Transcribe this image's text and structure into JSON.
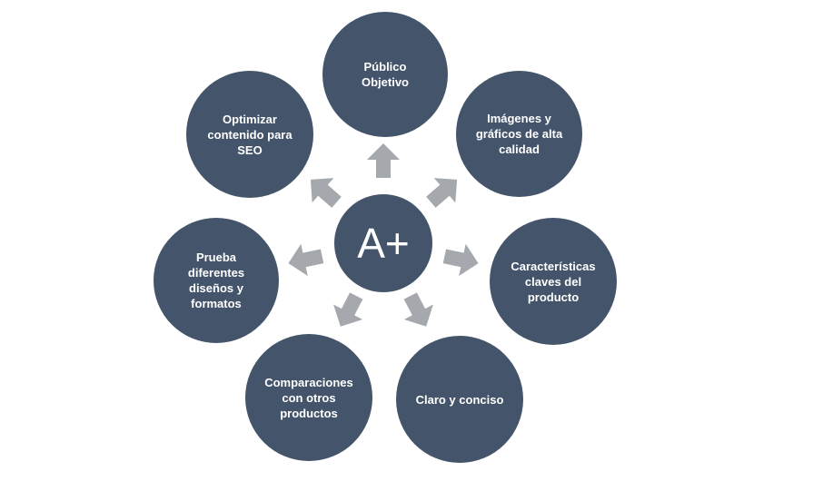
{
  "diagram": {
    "center_label": "A+",
    "colors": {
      "node_fill": "#44546a",
      "node_text": "#ffffff",
      "arrow_fill": "#a5a9ae"
    },
    "nodes": [
      {
        "label": "Público\nObjetivo"
      },
      {
        "label": "Imágenes y\ngráficos de alta\ncalidad"
      },
      {
        "label": "Características\nclaves del\nproducto"
      },
      {
        "label": "Claro y conciso"
      },
      {
        "label": "Comparaciones\ncon otros\nproductos"
      },
      {
        "label": "Prueba\ndiferentes\ndiseños y\nformatos"
      },
      {
        "label": "Optimizar\ncontenido para\nSEO"
      }
    ]
  }
}
